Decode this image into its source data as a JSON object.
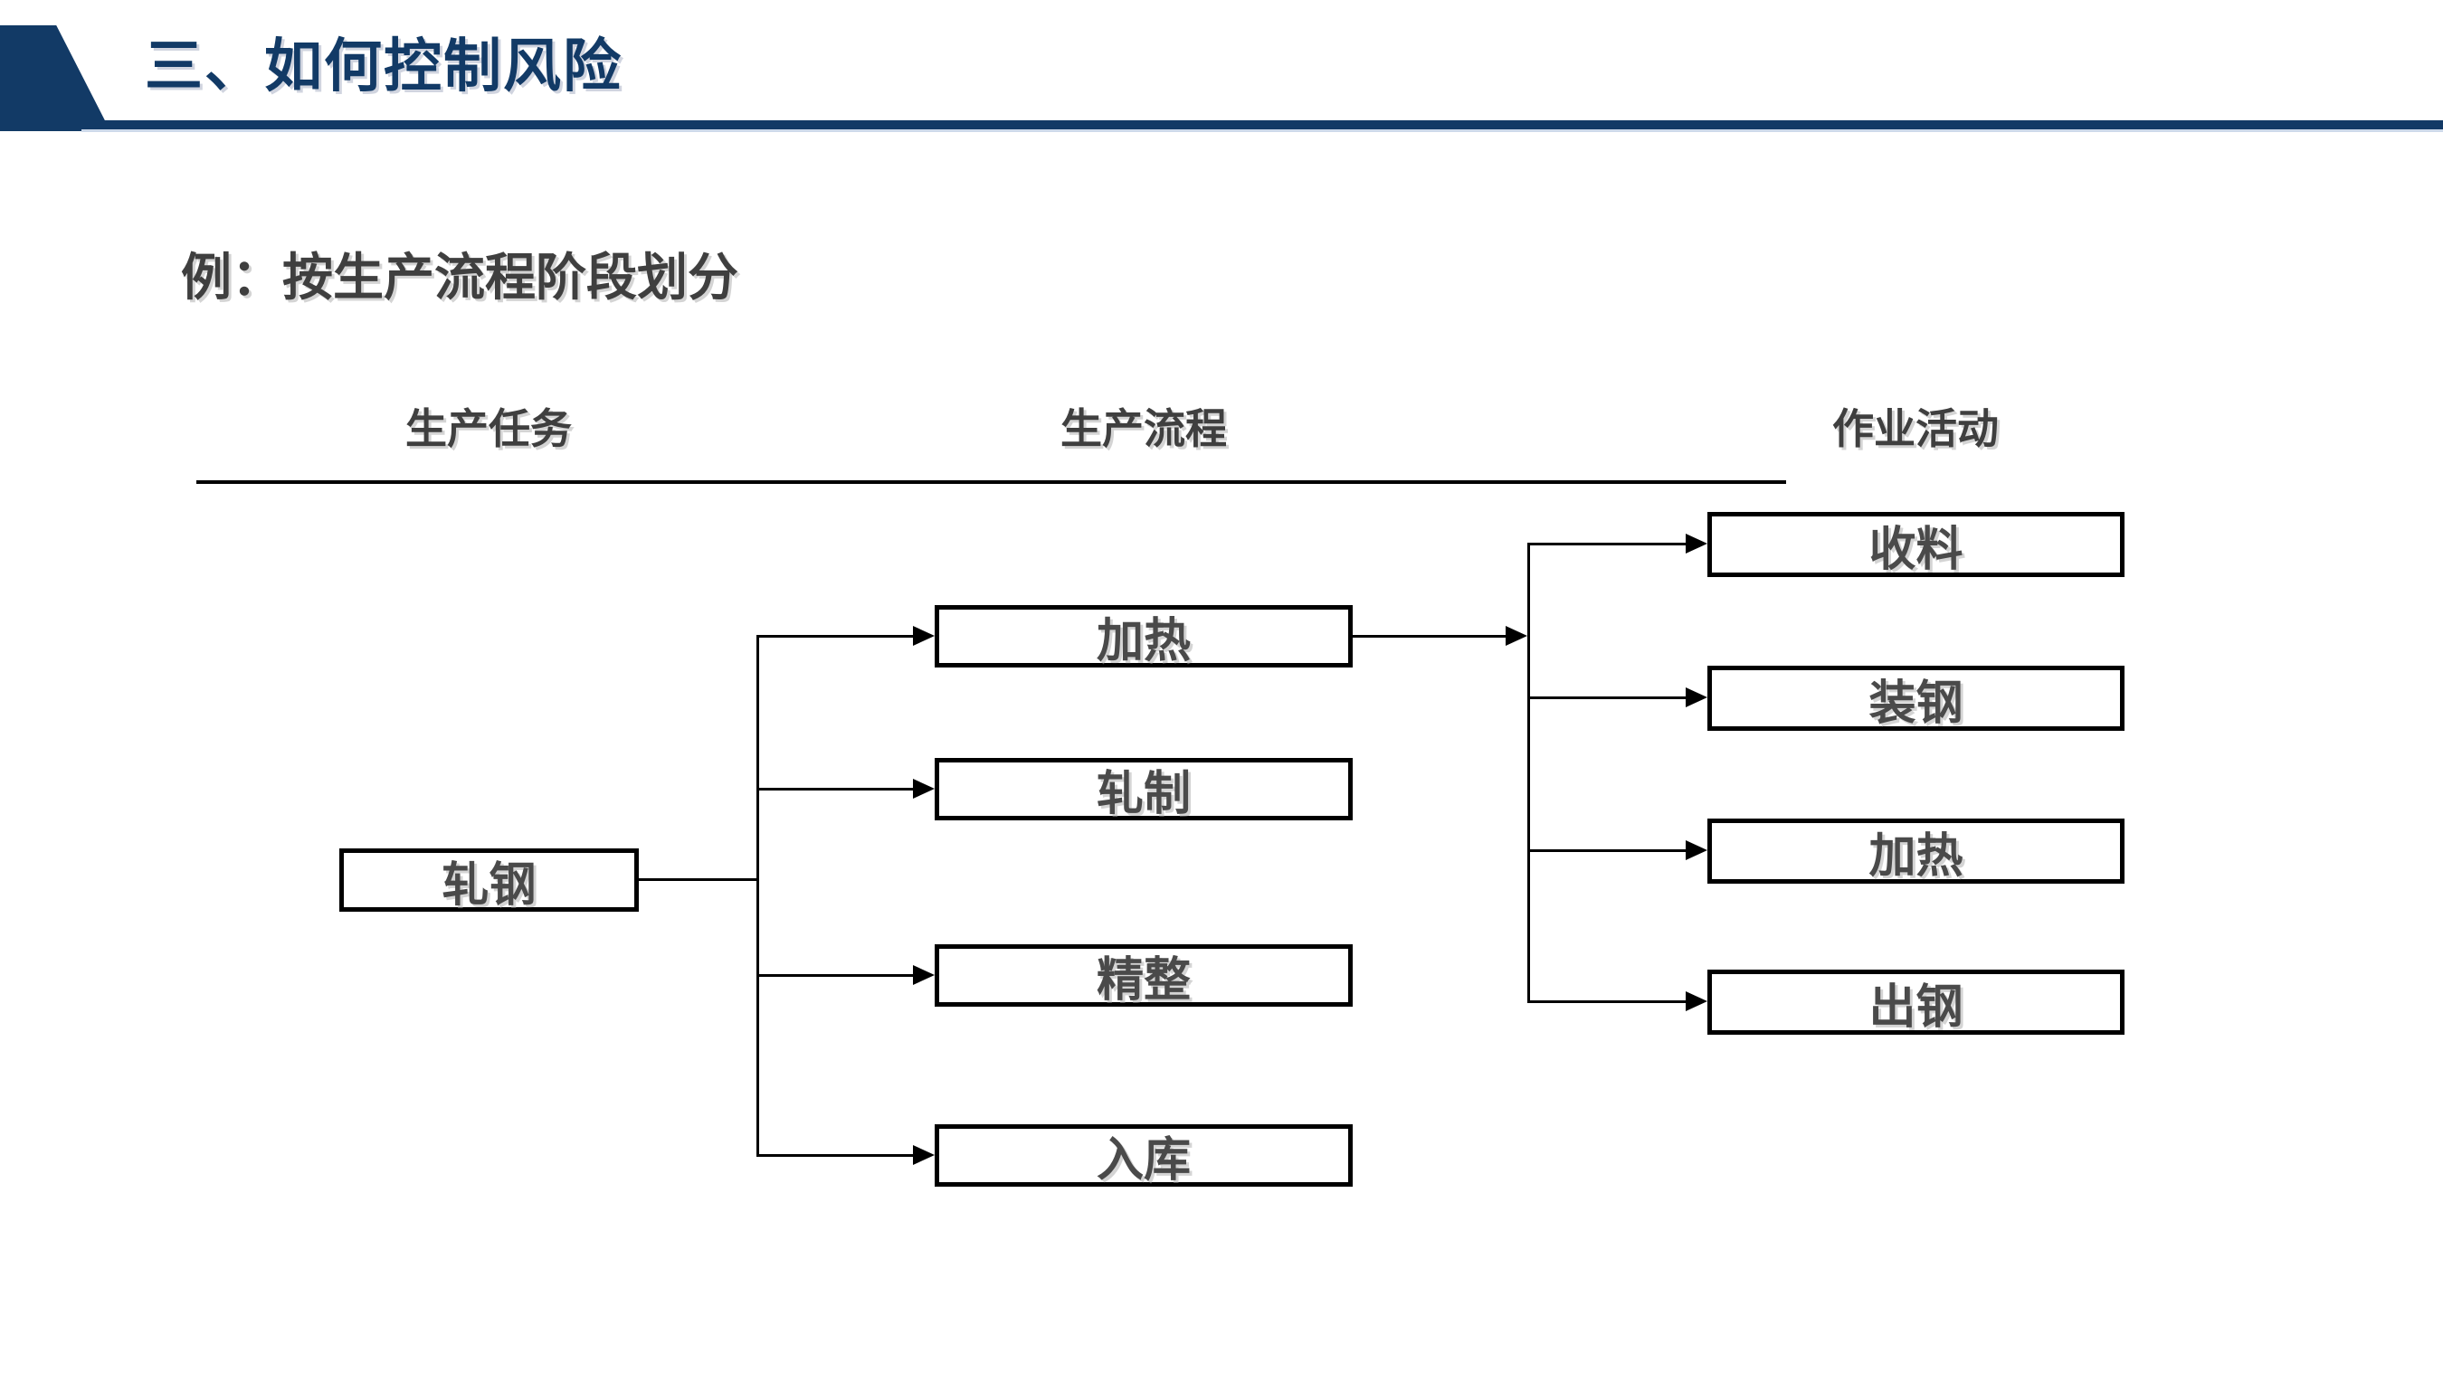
{
  "header": {
    "title": "三、如何控制风险"
  },
  "subtitle": "例：按生产流程阶段划分",
  "columns": [
    {
      "label": "生产任务"
    },
    {
      "label": "生产流程"
    },
    {
      "label": "作业活动"
    }
  ],
  "diagram": {
    "task": {
      "label": "轧钢"
    },
    "processes": [
      {
        "label": "加热"
      },
      {
        "label": "轧制"
      },
      {
        "label": "精整"
      },
      {
        "label": "入库"
      }
    ],
    "activities": [
      {
        "label": "收料"
      },
      {
        "label": "装钢"
      },
      {
        "label": "加热"
      },
      {
        "label": "出钢"
      }
    ]
  },
  "colors": {
    "accent_navy": "#123a66",
    "underline_edge": "#cdd9ea",
    "box_border": "#000000",
    "box_text": "#4a4a4a",
    "heading_text": "#3f3f3f"
  }
}
